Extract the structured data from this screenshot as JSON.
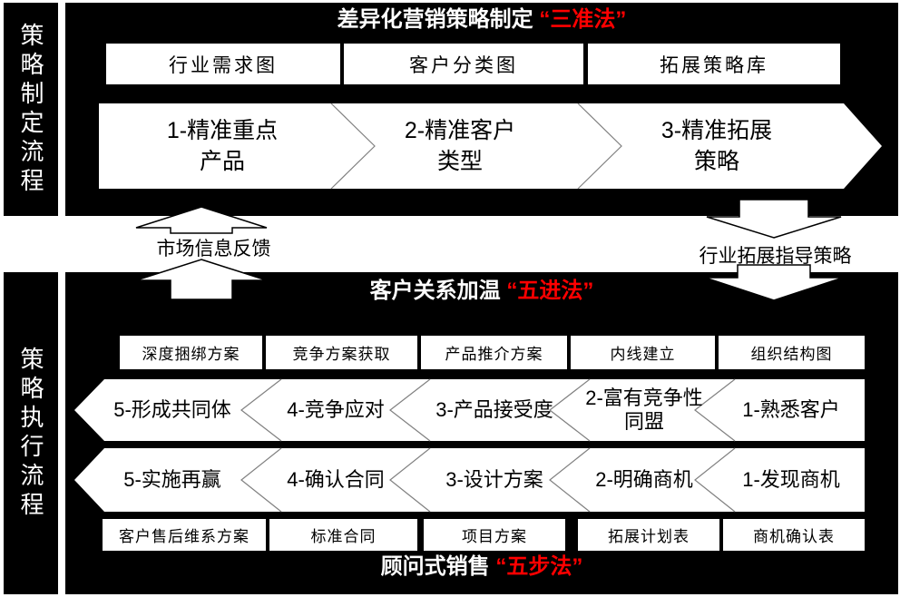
{
  "palette": {
    "background": "#ffffff",
    "panel": "#000000",
    "box_fill": "#ffffff",
    "text_light": "#ffffff",
    "text_dark": "#000000",
    "accent_red": "#ff0000",
    "separator_line": "#808080"
  },
  "sidebar_top": {
    "label": "策略制定流程"
  },
  "sidebar_bottom": {
    "label": "策略执行流程"
  },
  "top_panel": {
    "title": {
      "main": "差异化营销策略制定",
      "highlight": "“三准法”"
    },
    "boxes": [
      "行业需求图",
      "客户分类图",
      "拓展策略库"
    ],
    "arrow_steps": [
      {
        "line1": "1-精准重点",
        "line2": "产品"
      },
      {
        "line1": "2-精准客户",
        "line2": "类型"
      },
      {
        "line1": "3-精准拓展",
        "line2": "策略"
      }
    ]
  },
  "connectors": {
    "up_label": "市场信息反馈",
    "down_label": "行业拓展指导策略"
  },
  "bottom_panel": {
    "title": {
      "main": "客户关系加温",
      "highlight": "“五进法”"
    },
    "boxes_top": [
      "深度捆绑方案",
      "竞争方案获取",
      "产品推介方案",
      "内线建立",
      "组织结构图"
    ],
    "arrow_steps_row1": [
      {
        "line1": "5-形成共同体",
        "line2": ""
      },
      {
        "line1": "4-竞争应对",
        "line2": ""
      },
      {
        "line1": "3-产品接受度",
        "line2": ""
      },
      {
        "line1": "2-富有竞争性",
        "line2": "同盟"
      },
      {
        "line1": "1-熟悉客户",
        "line2": ""
      }
    ],
    "arrow_steps_row2": [
      "5-实施再赢",
      "4-确认合同",
      "3-设计方案",
      "2-明确商机",
      "1-发现商机"
    ],
    "boxes_bottom": [
      "客户售后维系方案",
      "标准合同",
      "项目方案",
      "拓展计划表",
      "商机确认表"
    ],
    "footer_title": {
      "main": "顾问式销售",
      "highlight": "“五步法”"
    }
  }
}
